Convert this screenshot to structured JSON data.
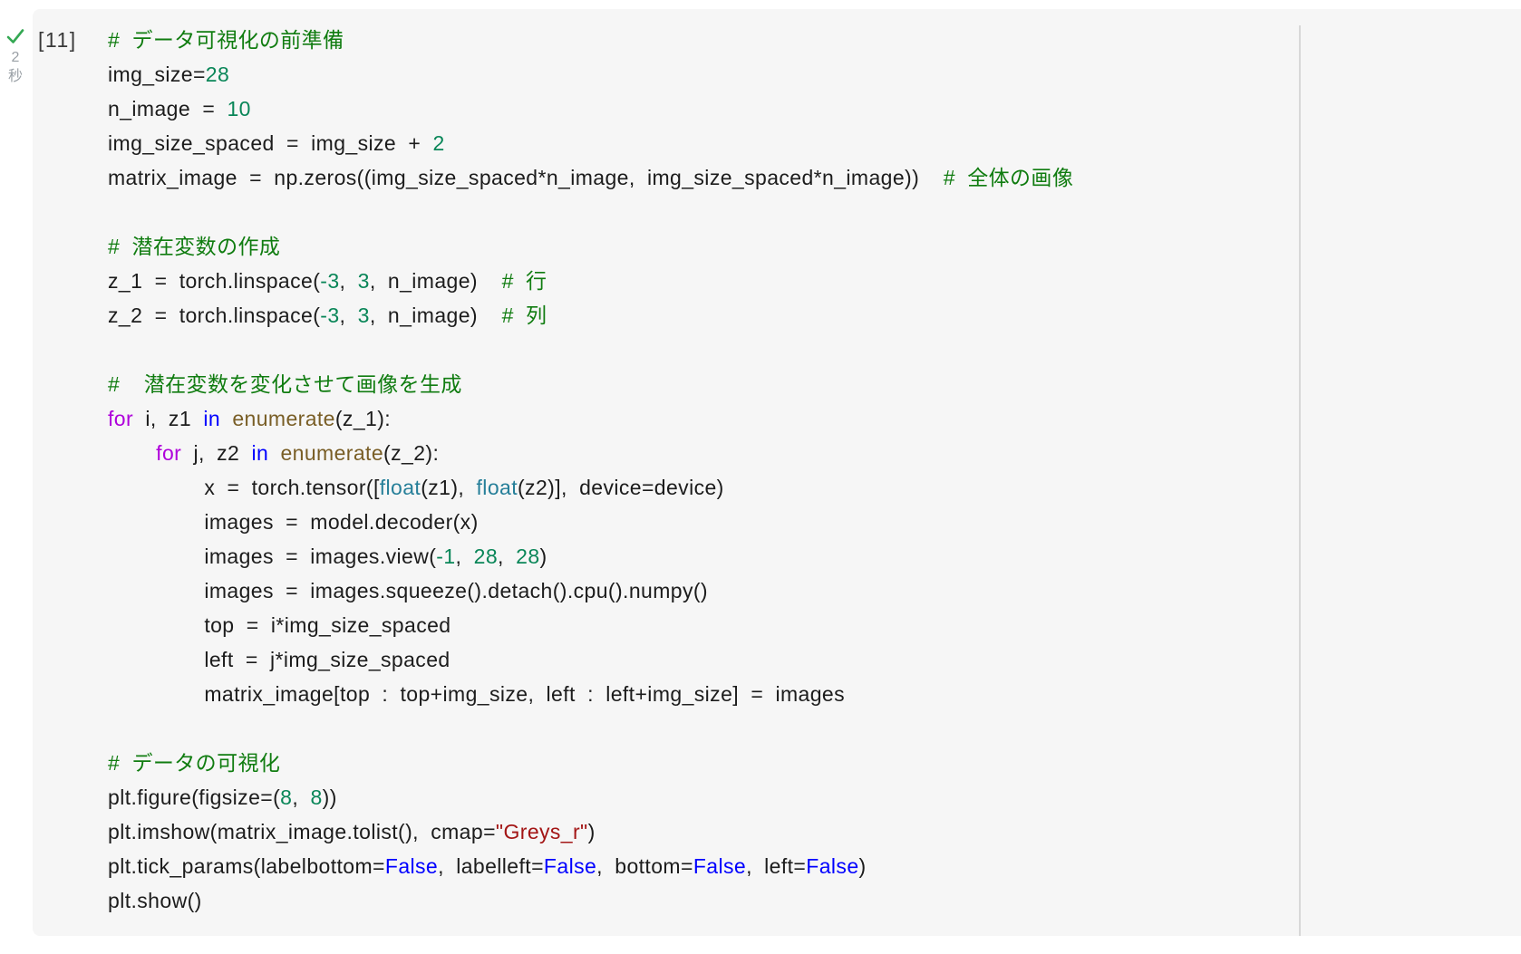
{
  "cell": {
    "execution_count": "[11]",
    "execution_time": {
      "value": "2",
      "unit": "秒"
    },
    "status": "success",
    "colors": {
      "plain": "#1c1c1c",
      "comment": "#107c10",
      "number": "#098658",
      "keyword": "#AF00DB",
      "keyword2": "#0000FF",
      "builtin": "#267F99",
      "string": "#A31515",
      "check_green": "#34A853",
      "cell_background": "#f6f6f6",
      "page_background": "#ffffff",
      "gutter_text": "#9aa0a6",
      "ruler": "#d8d8d8"
    },
    "code_lines": [
      {
        "segments": [
          {
            "color": "comment",
            "text": "# データ可視化の前準備"
          }
        ]
      },
      {
        "segments": [
          {
            "color": "plain",
            "text": "img_size="
          },
          {
            "color": "number",
            "text": "28"
          }
        ]
      },
      {
        "segments": [
          {
            "color": "plain",
            "text": "n_image = "
          },
          {
            "color": "number",
            "text": "10"
          }
        ]
      },
      {
        "segments": [
          {
            "color": "plain",
            "text": "img_size_spaced = img_size + "
          },
          {
            "color": "number",
            "text": "2"
          }
        ]
      },
      {
        "segments": [
          {
            "color": "plain",
            "text": "matrix_image = np.zeros((img_size_spaced*n_image, img_size_spaced*n_image))  "
          },
          {
            "color": "comment",
            "text": "# 全体の画像"
          }
        ]
      },
      {
        "segments": []
      },
      {
        "segments": [
          {
            "color": "comment",
            "text": "# 潜在変数の作成"
          }
        ]
      },
      {
        "segments": [
          {
            "color": "plain",
            "text": "z_1 = torch.linspace("
          },
          {
            "color": "number",
            "text": "-3"
          },
          {
            "color": "plain",
            "text": ", "
          },
          {
            "color": "number",
            "text": "3"
          },
          {
            "color": "plain",
            "text": ", n_image)  "
          },
          {
            "color": "comment",
            "text": "# 行"
          }
        ]
      },
      {
        "segments": [
          {
            "color": "plain",
            "text": "z_2 = torch.linspace("
          },
          {
            "color": "number",
            "text": "-3"
          },
          {
            "color": "plain",
            "text": ", "
          },
          {
            "color": "number",
            "text": "3"
          },
          {
            "color": "plain",
            "text": ", n_image)  "
          },
          {
            "color": "comment",
            "text": "# 列"
          }
        ]
      },
      {
        "segments": []
      },
      {
        "segments": [
          {
            "color": "comment",
            "text": "#  潜在変数を変化させて画像を生成"
          }
        ]
      },
      {
        "segments": [
          {
            "color": "keyword",
            "text": "for"
          },
          {
            "color": "plain",
            "text": " i, z1 "
          },
          {
            "color": "keyword2",
            "text": "in"
          },
          {
            "color": "plain",
            "text": " "
          },
          {
            "color": "function",
            "text": "enumerate"
          },
          {
            "color": "plain",
            "text": "(z_1):"
          }
        ]
      },
      {
        "segments": [
          {
            "color": "plain",
            "text": "    "
          },
          {
            "color": "keyword",
            "text": "for"
          },
          {
            "color": "plain",
            "text": " j, z2 "
          },
          {
            "color": "keyword2",
            "text": "in"
          },
          {
            "color": "plain",
            "text": " "
          },
          {
            "color": "function",
            "text": "enumerate"
          },
          {
            "color": "plain",
            "text": "(z_2):"
          }
        ]
      },
      {
        "segments": [
          {
            "color": "plain",
            "text": "        x = torch.tensor(["
          },
          {
            "color": "builtin",
            "text": "float"
          },
          {
            "color": "plain",
            "text": "(z1), "
          },
          {
            "color": "builtin",
            "text": "float"
          },
          {
            "color": "plain",
            "text": "(z2)], device=device)"
          }
        ]
      },
      {
        "segments": [
          {
            "color": "plain",
            "text": "        images = model.decoder(x)"
          }
        ]
      },
      {
        "segments": [
          {
            "color": "plain",
            "text": "        images = images.view("
          },
          {
            "color": "number",
            "text": "-1"
          },
          {
            "color": "plain",
            "text": ", "
          },
          {
            "color": "number",
            "text": "28"
          },
          {
            "color": "plain",
            "text": ", "
          },
          {
            "color": "number",
            "text": "28"
          },
          {
            "color": "plain",
            "text": ")"
          }
        ]
      },
      {
        "segments": [
          {
            "color": "plain",
            "text": "        images = images.squeeze().detach().cpu().numpy()"
          }
        ]
      },
      {
        "segments": [
          {
            "color": "plain",
            "text": "        top = i*img_size_spaced"
          }
        ]
      },
      {
        "segments": [
          {
            "color": "plain",
            "text": "        left = j*img_size_spaced"
          }
        ]
      },
      {
        "segments": [
          {
            "color": "plain",
            "text": "        matrix_image[top : top+img_size, left : left+img_size] = images"
          }
        ]
      },
      {
        "segments": []
      },
      {
        "segments": [
          {
            "color": "comment",
            "text": "# データの可視化"
          }
        ]
      },
      {
        "segments": [
          {
            "color": "plain",
            "text": "plt.figure(figsize=("
          },
          {
            "color": "number",
            "text": "8"
          },
          {
            "color": "plain",
            "text": ", "
          },
          {
            "color": "number",
            "text": "8"
          },
          {
            "color": "plain",
            "text": "))"
          }
        ]
      },
      {
        "segments": [
          {
            "color": "plain",
            "text": "plt.imshow(matrix_image.tolist(), cmap="
          },
          {
            "color": "string",
            "text": "\"Greys_r\""
          },
          {
            "color": "plain",
            "text": ")"
          }
        ]
      },
      {
        "segments": [
          {
            "color": "plain",
            "text": "plt.tick_params(labelbottom="
          },
          {
            "color": "keyword2",
            "text": "False"
          },
          {
            "color": "plain",
            "text": ", labelleft="
          },
          {
            "color": "keyword2",
            "text": "False"
          },
          {
            "color": "plain",
            "text": ", bottom="
          },
          {
            "color": "keyword2",
            "text": "False"
          },
          {
            "color": "plain",
            "text": ", left="
          },
          {
            "color": "keyword2",
            "text": "False"
          },
          {
            "color": "plain",
            "text": ")"
          }
        ]
      },
      {
        "segments": [
          {
            "color": "plain",
            "text": "plt.show()"
          }
        ]
      }
    ]
  }
}
